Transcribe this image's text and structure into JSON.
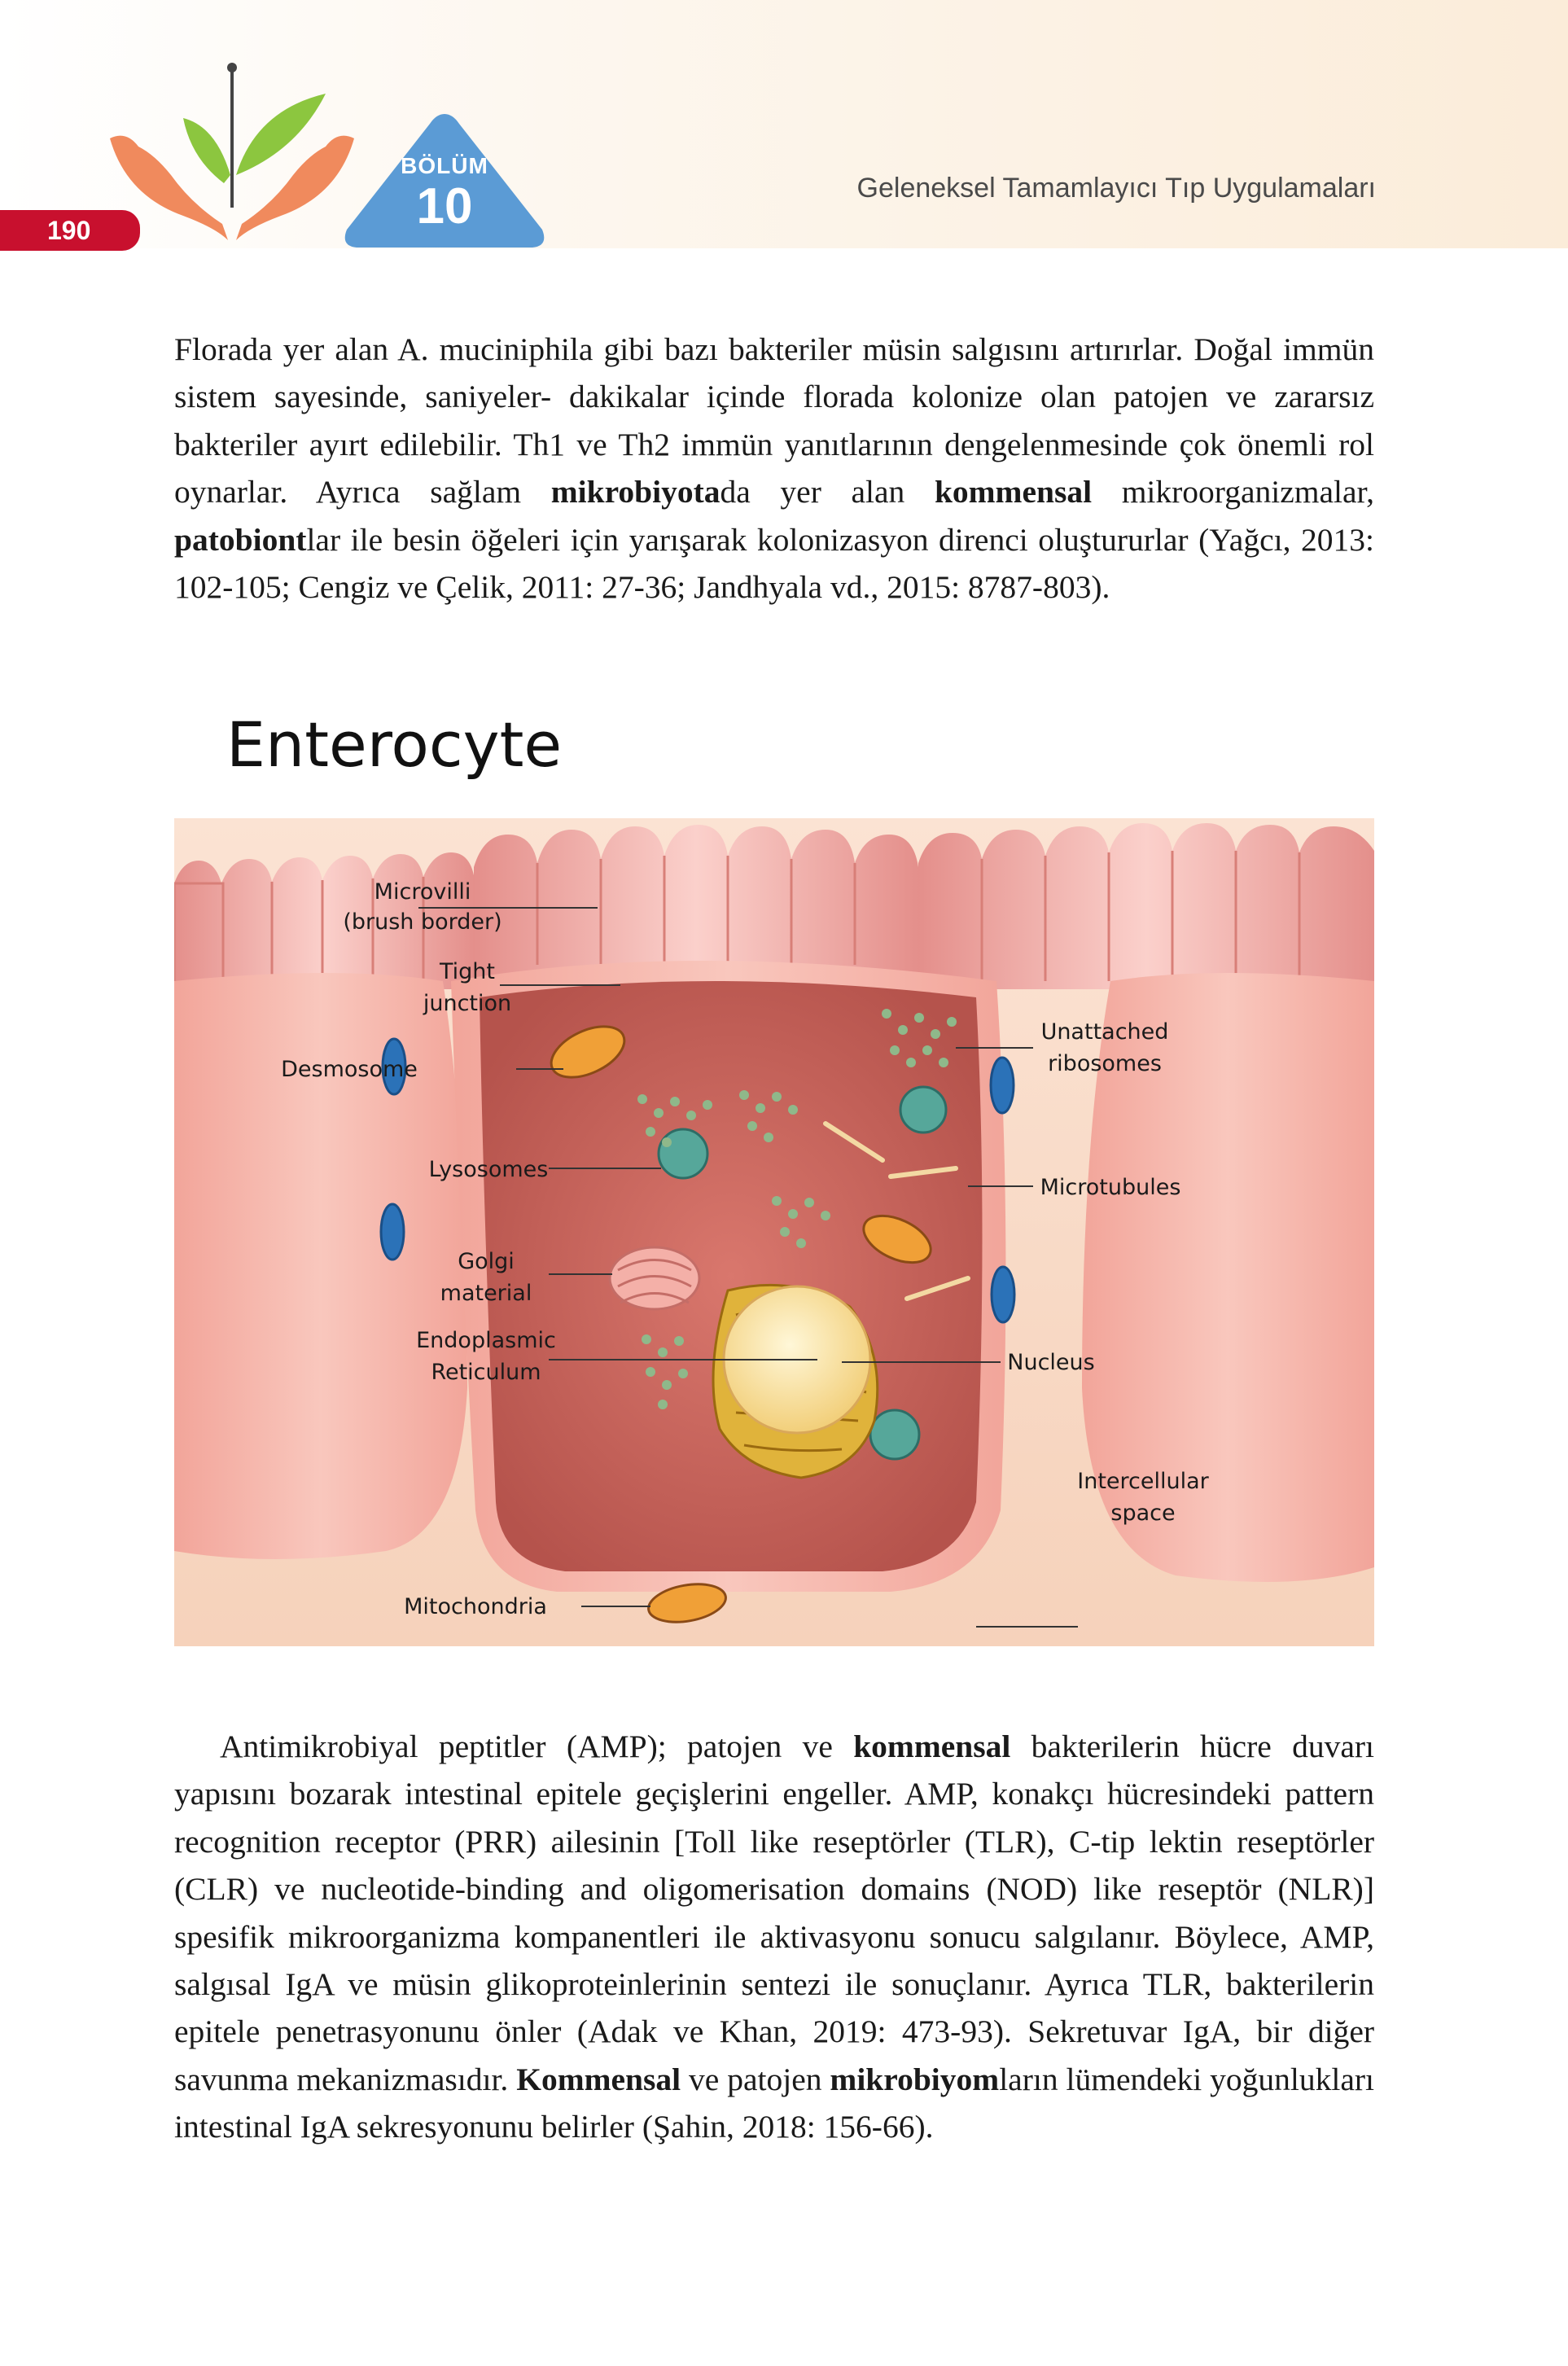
{
  "header": {
    "page_number": "190",
    "chapter_word": "BÖLÜM",
    "chapter_number": "10",
    "running_title": "Geleneksel Tamamlayıcı Tıp Uygulamaları",
    "accent_color": "#c8102e",
    "badge_color": "#5b9bd5"
  },
  "paragraph1": {
    "p1": "Florada yer alan A. muciniphila gibi bazı bakteriler müsin salgısını artırırlar. Doğal immün sistem sayesinde, saniyeler- dakikalar içinde florada kolonize olan patojen ve zararsız bakteriler ayırt edilebilir. Th1 ve Th2 immün yanıtlarının dengelenmesinde çok önemli rol oynarlar. Ayrıca sağlam ",
    "b1": "mikrobiyota",
    "p2": "da yer alan ",
    "b2": "kommensal",
    "p3": " mikroorganizmalar, ",
    "b3": "patobiont",
    "p4": "lar ile besin öğeleri için yarışarak kolonizasyon direnci oluştururlar (Yağcı, 2013: 102-105; Cengiz ve Çelik, 2011: 27-36; Jandhyala vd., 2015: 8787-803)."
  },
  "figure": {
    "title": "Enterocyte",
    "labels": {
      "microvilli_1": "Microvilli",
      "microvilli_2": "(brush border)",
      "tight_1": "Tight",
      "tight_2": "junction",
      "desmosome": "Desmosome",
      "lysosomes": "Lysosomes",
      "golgi_1": "Golgi",
      "golgi_2": "material",
      "er_1": "Endoplasmic",
      "er_2": "Reticulum",
      "mitochondria": "Mitochondria",
      "ribosomes_1": "Unattached",
      "ribosomes_2": "ribosomes",
      "microtubules": "Microtubules",
      "nucleus": "Nucleus",
      "intercellular_1": "Intercellular",
      "intercellular_2": "space"
    }
  },
  "paragraph2": {
    "p1": "Antimikrobiyal peptitler (AMP); patojen ve ",
    "b1": "kommensal",
    "p2": " bakterilerin hücre duvarı yapısını bozarak intestinal epitele geçişlerini engeller. AMP, konakçı hücresindeki pattern recognition receptor (PRR) ailesinin [Toll like reseptörler (TLR), C-tip lektin reseptörler (CLR) ve nucleotide-binding and oligomerisation domains (NOD) like reseptör (NLR)] spesifik mikroorganizma kompanentleri ile aktivasyonu sonucu salgılanır. Böylece, AMP, salgısal IgA ve müsin glikoproteinlerinin sentezi ile sonuçlanır. Ayrıca TLR, bakterilerin epitele penetrasyonunu önler (Adak ve Khan, 2019: 473-93). Sekretuvar IgA, bir diğer savunma mekanizmasıdır. ",
    "b2": "Kommensal",
    "p3": " ve patojen ",
    "b3": "mikrobiyom",
    "p4": "ların lümendeki yoğunlukları intestinal IgA sekresyonunu belirler (Şahin, 2018: 156-66)."
  }
}
